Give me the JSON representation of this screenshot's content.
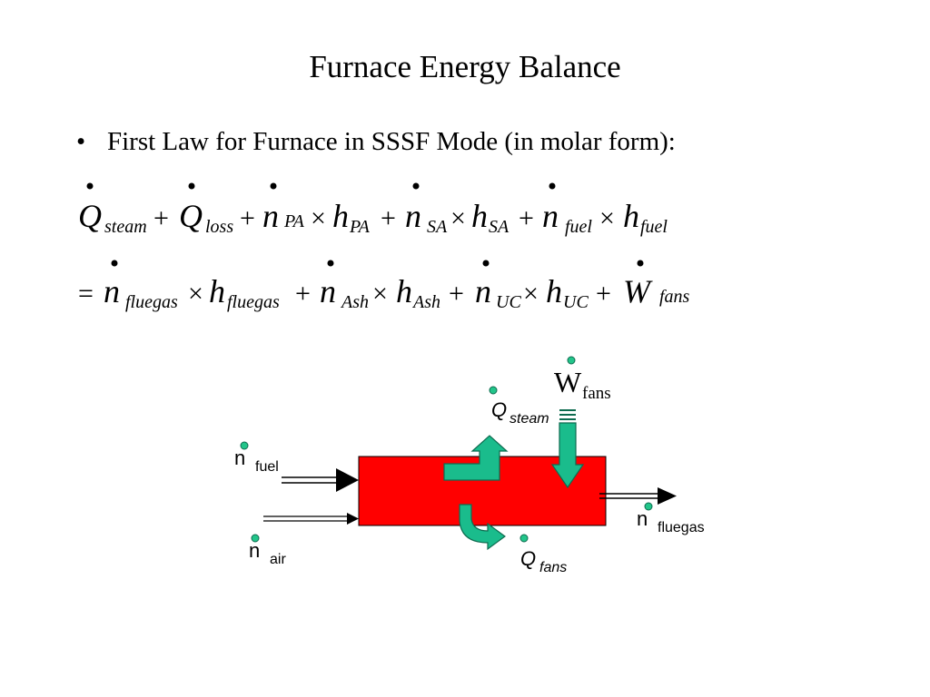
{
  "slide": {
    "title": "Furnace Energy Balance",
    "bullet_symbol": "•",
    "bullet_text": "First Law for Furnace in SSSF Mode (in molar form):"
  },
  "equation": {
    "line1": [
      {
        "base": "Q",
        "sub": "steam"
      },
      {
        "op": "+"
      },
      {
        "base": "Q",
        "sub": "loss"
      },
      {
        "op": "+"
      },
      {
        "base": "n",
        "sub": "PA"
      },
      {
        "op": "×"
      },
      {
        "base": "h",
        "sub": "PA"
      },
      {
        "op": "+"
      },
      {
        "base": "n",
        "sub": "SA"
      },
      {
        "op": "×"
      },
      {
        "base": "h",
        "sub": "SA"
      },
      {
        "op": "+"
      },
      {
        "base": "n",
        "sub": "fuel"
      },
      {
        "op": "×"
      },
      {
        "base": "h",
        "sub": "fuel"
      }
    ],
    "line2": [
      {
        "op": "="
      },
      {
        "base": "n",
        "sub": "fluegas"
      },
      {
        "op": "×"
      },
      {
        "base": "h",
        "sub": "fluegas"
      },
      {
        "op": "+"
      },
      {
        "base": "n",
        "sub": "Ash"
      },
      {
        "op": "×"
      },
      {
        "base": "h",
        "sub": "Ash"
      },
      {
        "op": "+"
      },
      {
        "base": "n",
        "sub": "UC"
      },
      {
        "op": "×"
      },
      {
        "base": "h",
        "sub": "UC"
      },
      {
        "op": "+"
      },
      {
        "base": "W",
        "sub": "fans"
      }
    ]
  },
  "diagram": {
    "labels": {
      "n_fuel": {
        "base": "n",
        "sub": "fuel"
      },
      "n_air": {
        "base": "n",
        "sub": "air"
      },
      "n_fluegas": {
        "base": "n",
        "sub": "fluegas"
      },
      "q_steam": {
        "base": "Q",
        "sub": "steam"
      },
      "q_fans": {
        "base": "Q",
        "sub": "fans"
      },
      "w_fans": {
        "base": "W",
        "sub": "fans"
      }
    },
    "colors": {
      "furnace": "#ff0000",
      "heat_arrow": "#1abc8c",
      "rate_dot": "#22c58a",
      "outline": "#000000"
    }
  }
}
